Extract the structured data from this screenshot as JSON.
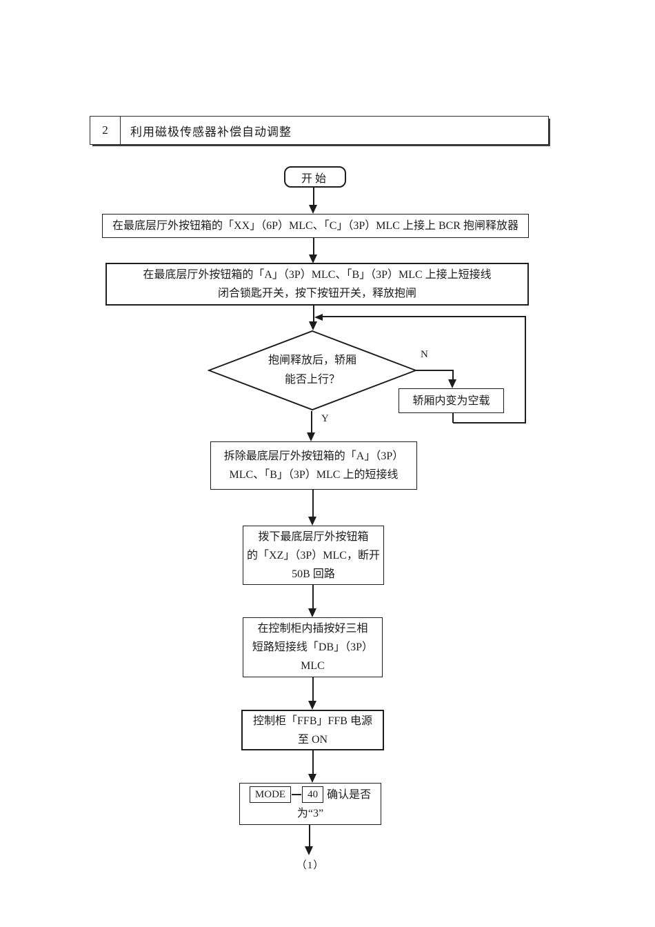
{
  "header": {
    "index": "2",
    "title": "利用磁极传感器补偿自动调整"
  },
  "colors": {
    "ink": "#1c1c1c",
    "background": "#ffffff"
  },
  "flow": {
    "start": {
      "label": "开始"
    },
    "step1": {
      "text": "在最底层厅外按钮箱的「XX」（6P）MLC、「C」（3P）MLC 上接上 BCR 抱闸释放器"
    },
    "step2": {
      "line1": "在最底层厅外按钮箱的「A」（3P）MLC、「B」（3P）MLC 上接上短接线",
      "line2": "闭合锁匙开关，按下按钮开关，释放抱闸"
    },
    "decision": {
      "line1": "抱闸释放后，轿厢",
      "line2": "能否上行？",
      "no_label": "N",
      "yes_label": "Y"
    },
    "no_action": {
      "text": "轿厢内变为空载"
    },
    "step3": {
      "line1": "拆除最底层厅外按钮箱的「A」（3P）",
      "line2": "MLC、「B」（3P）MLC 上的短接线"
    },
    "step4": {
      "line1": "拨下最底层厅外按钮箱",
      "line2": "的「XZ」（3P）MLC，断开",
      "line3": "50B 回路"
    },
    "step5": {
      "line1": "在控制柜内插按好三相",
      "line2": "短路短接线「DB」（3P）",
      "line3": "MLC"
    },
    "step6": {
      "line1": "控制柜「FFB」FFB 电源",
      "line2": "至 ON"
    },
    "step7": {
      "mode_label": "MODE",
      "value": "40",
      "text_line1": "确认是否",
      "text_line2": "为“3”"
    },
    "off_page_connector": {
      "label": "（1）"
    }
  }
}
